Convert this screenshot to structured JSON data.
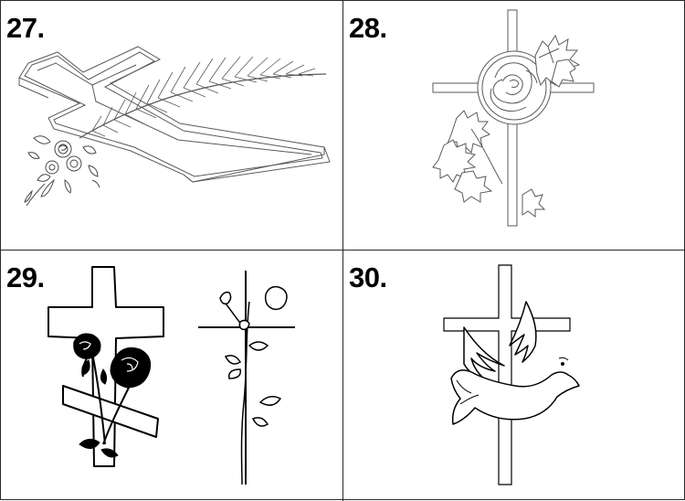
{
  "panels": [
    {
      "label": "27.",
      "icon": "cross-palm-frond-roses-icon"
    },
    {
      "label": "28.",
      "icon": "cross-rose-leaves-icon"
    },
    {
      "label": "29.",
      "icon": "crosses-with-roses-icon"
    },
    {
      "label": "30.",
      "icon": "cross-with-dove-icon"
    }
  ],
  "colors": {
    "line_dark": "#000000",
    "line_light": "#5a5a5a",
    "border": "#2a2a2a",
    "background": "#ffffff"
  }
}
